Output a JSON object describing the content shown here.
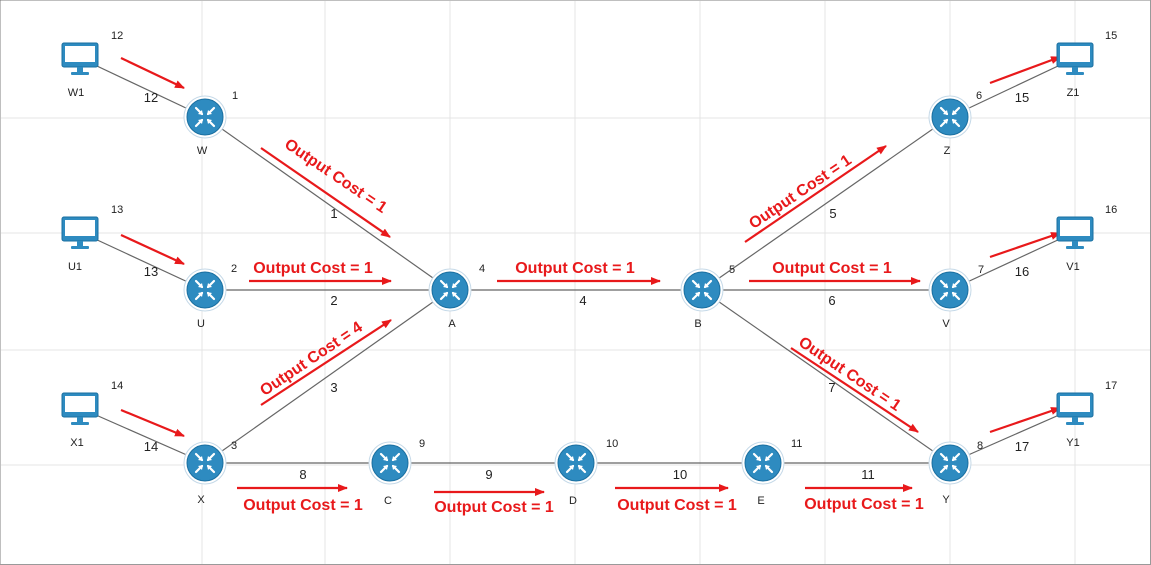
{
  "colors": {
    "router_fill": "#2E8BC0",
    "router_ring": "#1a6fa0",
    "host_fill": "#2E8BC0",
    "link": "#666666",
    "arrow": "#e8191b",
    "grid": "#e4e4e4",
    "border": "#9a9a9a"
  },
  "routers": [
    {
      "id": "W",
      "name": "W",
      "number": "1"
    },
    {
      "id": "U",
      "name": "U",
      "number": "2"
    },
    {
      "id": "X",
      "name": "X",
      "number": "3"
    },
    {
      "id": "A",
      "name": "A",
      "number": "4"
    },
    {
      "id": "B",
      "name": "B",
      "number": "5"
    },
    {
      "id": "Z",
      "name": "Z",
      "number": "6"
    },
    {
      "id": "V",
      "name": "V",
      "number": "7"
    },
    {
      "id": "Y",
      "name": "Y",
      "number": "8"
    },
    {
      "id": "C",
      "name": "C",
      "number": "9"
    },
    {
      "id": "D",
      "name": "D",
      "number": "10"
    },
    {
      "id": "E",
      "name": "E",
      "number": "11"
    }
  ],
  "hosts": [
    {
      "id": "W1",
      "name": "W1",
      "number": "12"
    },
    {
      "id": "U1",
      "name": "U1",
      "number": "13"
    },
    {
      "id": "X1",
      "name": "X1",
      "number": "14"
    },
    {
      "id": "Z1",
      "name": "Z1",
      "number": "15"
    },
    {
      "id": "V1",
      "name": "V1",
      "number": "16"
    },
    {
      "id": "Y1",
      "name": "Y1",
      "number": "17"
    }
  ],
  "links": [
    {
      "from": "W1",
      "to": "W",
      "label": "12"
    },
    {
      "from": "U1",
      "to": "U",
      "label": "13"
    },
    {
      "from": "X1",
      "to": "X",
      "label": "14"
    },
    {
      "from": "W",
      "to": "A",
      "label": "1"
    },
    {
      "from": "U",
      "to": "A",
      "label": "2"
    },
    {
      "from": "X",
      "to": "A",
      "label": "3"
    },
    {
      "from": "A",
      "to": "B",
      "label": "4"
    },
    {
      "from": "B",
      "to": "Z",
      "label": "5"
    },
    {
      "from": "B",
      "to": "V",
      "label": "6"
    },
    {
      "from": "B",
      "to": "Y",
      "label": "7"
    },
    {
      "from": "X",
      "to": "C",
      "label": "8"
    },
    {
      "from": "C",
      "to": "D",
      "label": "9"
    },
    {
      "from": "D",
      "to": "E",
      "label": "10"
    },
    {
      "from": "E",
      "to": "Y",
      "label": "11"
    },
    {
      "from": "Z",
      "to": "Z1",
      "label": "15"
    },
    {
      "from": "V",
      "to": "V1",
      "label": "16"
    },
    {
      "from": "Y",
      "to": "Y1",
      "label": "17"
    }
  ],
  "cost_labels": [
    {
      "id": "cost-w-a",
      "text": "Output Cost = 1"
    },
    {
      "id": "cost-u-a",
      "text": "Output Cost = 1"
    },
    {
      "id": "cost-x-a",
      "text": "Output Cost = 4"
    },
    {
      "id": "cost-a-b",
      "text": "Output Cost = 1"
    },
    {
      "id": "cost-b-z",
      "text": "Output Cost = 1"
    },
    {
      "id": "cost-b-v",
      "text": "Output Cost = 1"
    },
    {
      "id": "cost-b-y",
      "text": "Output Cost = 1"
    },
    {
      "id": "cost-x-c",
      "text": "Output Cost = 1"
    },
    {
      "id": "cost-c-d",
      "text": "Output Cost = 1"
    },
    {
      "id": "cost-d-e",
      "text": "Output Cost = 1"
    },
    {
      "id": "cost-e-y",
      "text": "Output Cost = 1"
    }
  ]
}
